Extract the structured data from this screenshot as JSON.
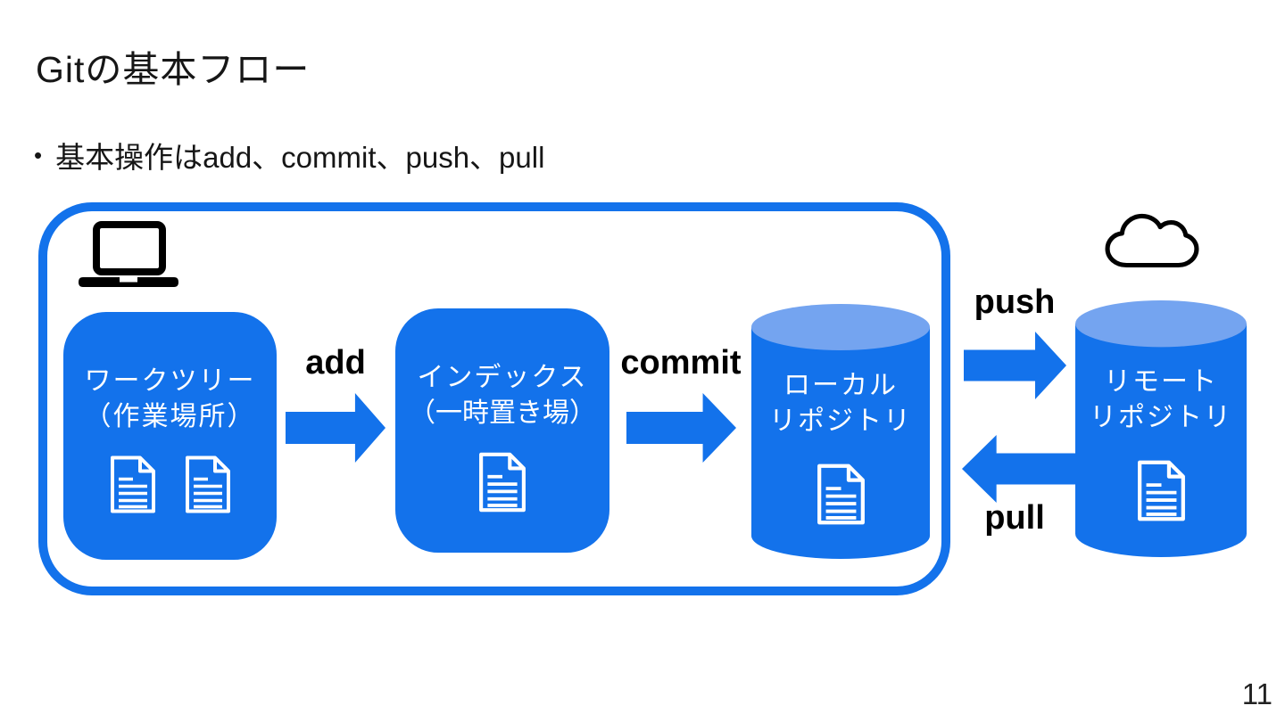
{
  "slide": {
    "title": "Gitの基本フロー",
    "bullet_marker": "•",
    "bullet_text": "基本操作はadd、commit、push、pull",
    "page_number": "11"
  },
  "diagram": {
    "nodes": {
      "worktree": {
        "line1": "ワークツリー",
        "line2": "（作業場所）",
        "shape": "rounded-rect",
        "document_icons": 2
      },
      "index": {
        "line1": "インデックス",
        "line2": "（一時置き場）",
        "shape": "rounded-rect",
        "document_icons": 1
      },
      "local_repo": {
        "line1": "ローカル",
        "line2": "リポジトリ",
        "shape": "cylinder",
        "document_icons": 1
      },
      "remote_repo": {
        "line1": "リモート",
        "line2": "リポジトリ",
        "shape": "cylinder",
        "document_icons": 1
      }
    },
    "arrow_labels": {
      "add": "add",
      "commit": "commit",
      "push": "push",
      "pull": "pull"
    },
    "icons": {
      "laptop": "laptop-icon",
      "cloud": "cloud-icon",
      "document": "document-icon"
    },
    "colors": {
      "primary_blue": "#1372EB",
      "cylinder_top_blue": "#74A4F0",
      "label_black": "#000000",
      "node_text_white": "#FFFFFF"
    }
  }
}
